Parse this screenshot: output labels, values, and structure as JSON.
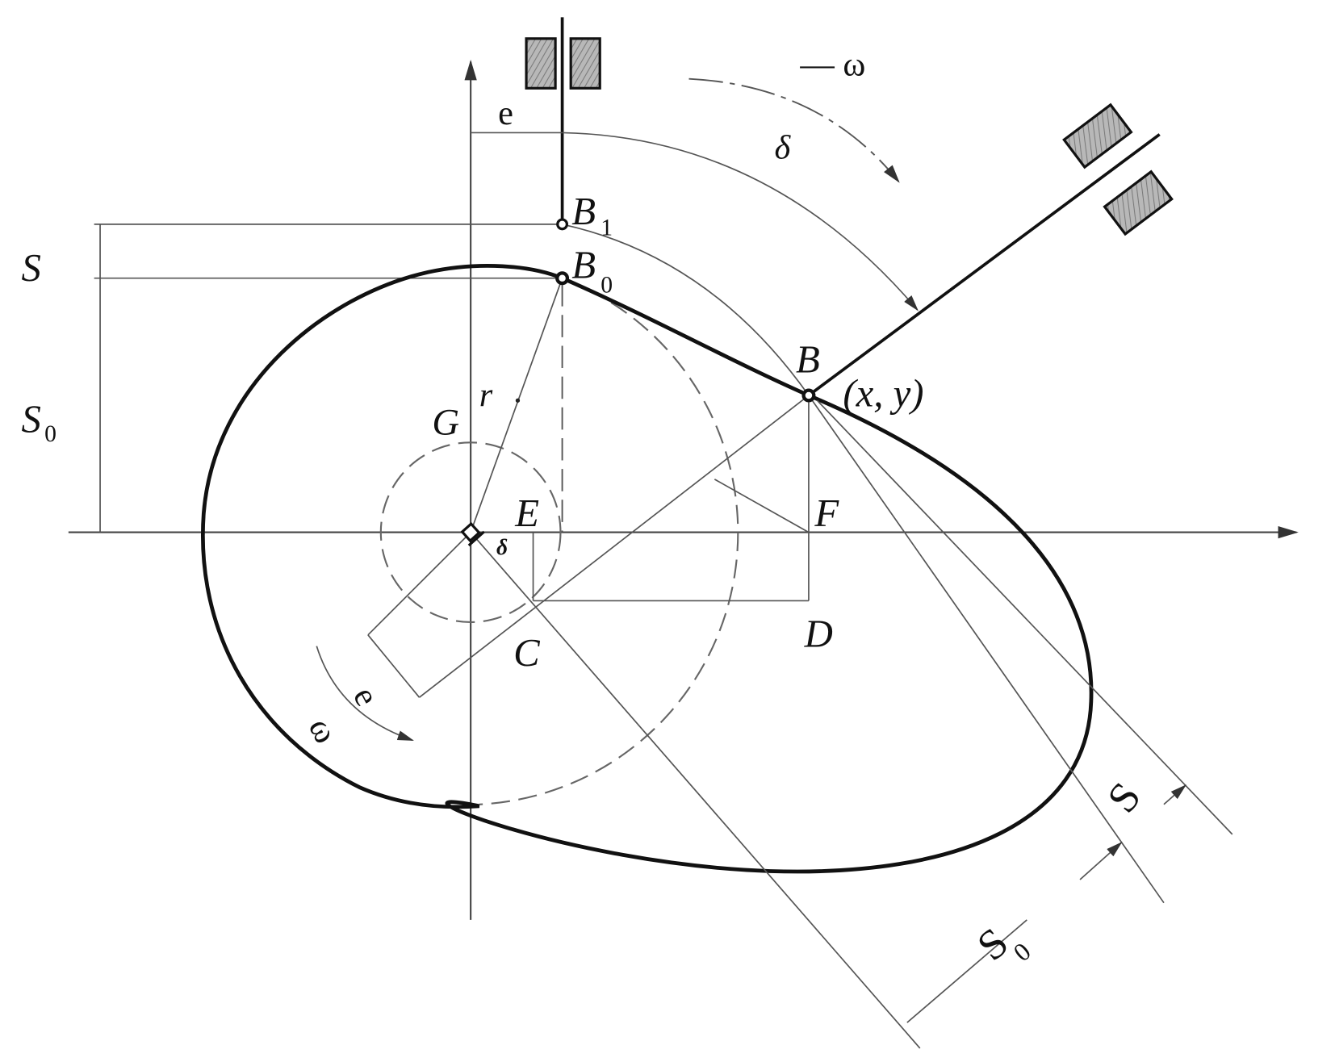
{
  "diagram": {
    "type": "eccentric cam follower geometry",
    "labels": {
      "e_top": "e",
      "delta_top": "δ",
      "omega_top": "— ω",
      "B1_main": "B",
      "B1_sub": "1",
      "B0_main": "B",
      "B0_sub": "0",
      "B": "B",
      "xy": "(x, y)",
      "r": "r",
      "G": "G",
      "E": "E",
      "F": "F",
      "C": "C",
      "D": "D",
      "delta_small": "δ",
      "e_bottom": "e",
      "omega_bottom": "ω",
      "S_left": "S",
      "S0_left_main": "S",
      "S0_left_sub": "0",
      "S_right": "S",
      "S0_right_main": "S",
      "S0_right_sub": "0"
    },
    "colors": {
      "line": "#111111",
      "thin": "#555555",
      "hatch": "#9a9a9a"
    }
  }
}
